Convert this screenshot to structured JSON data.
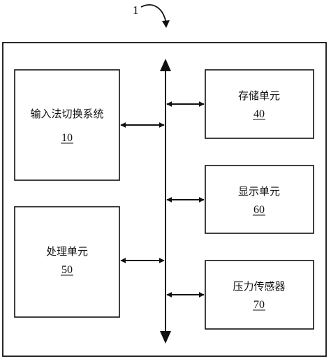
{
  "figure": {
    "reference_number": "1"
  },
  "blocks": {
    "input_switch": {
      "label": "输入法切换系统",
      "number": "10"
    },
    "storage": {
      "label": "存储单元",
      "number": "40"
    },
    "display": {
      "label": "显示单元",
      "number": "60"
    },
    "processing": {
      "label": "处理单元",
      "number": "50"
    },
    "pressure": {
      "label": "压力传感器",
      "number": "70"
    }
  }
}
